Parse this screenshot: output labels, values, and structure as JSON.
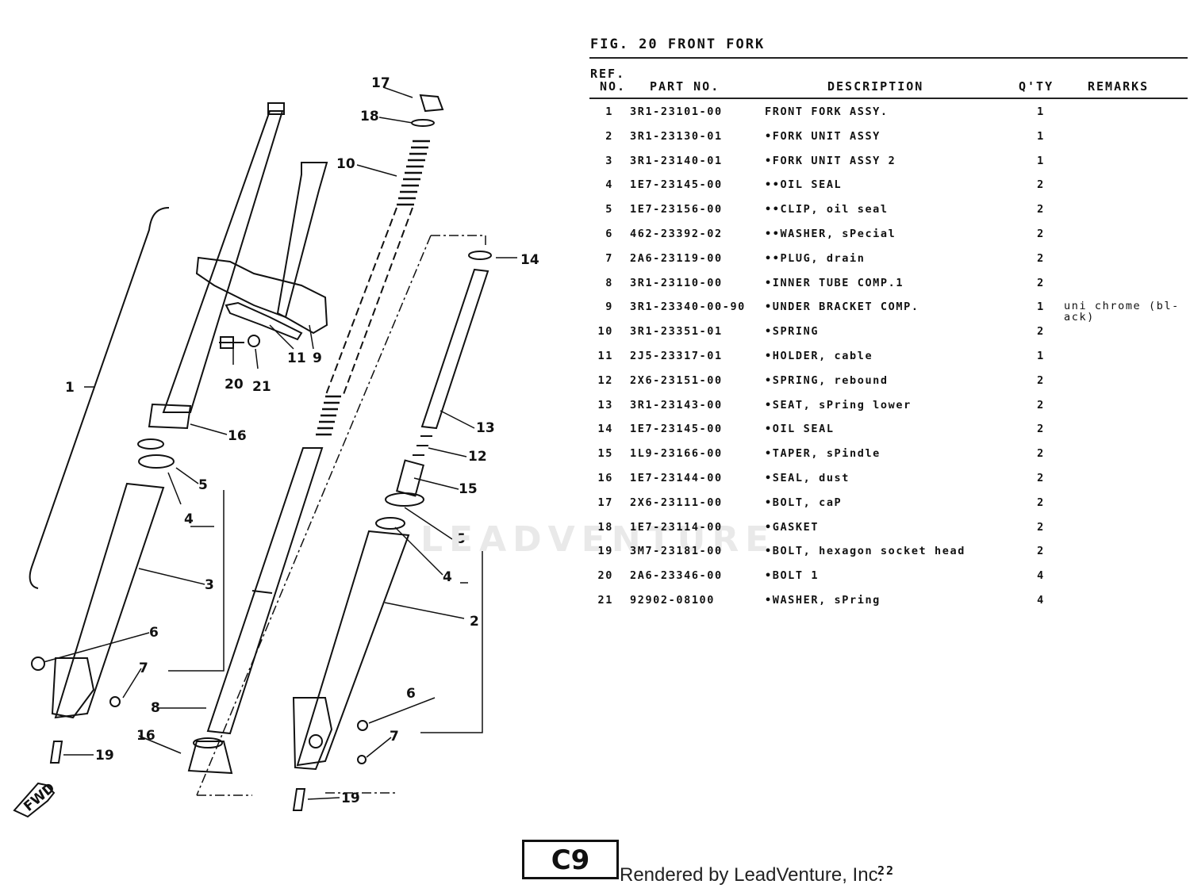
{
  "figure": {
    "title": "FIG. 20  FRONT FORK"
  },
  "table": {
    "headers": {
      "ref_line1": "REF.",
      "ref_line2": "NO.",
      "part_no": "PART NO.",
      "description": "DESCRIPTION",
      "qty": "Q'TY",
      "remarks": "REMARKS"
    },
    "rows": [
      {
        "ref": "1",
        "part": "3R1-23101-00",
        "desc": "FRONT FORK ASSY.",
        "qty": "1",
        "remarks": ""
      },
      {
        "ref": "2",
        "part": "3R1-23130-01",
        "desc": "•FORK UNIT ASSY",
        "qty": "1",
        "remarks": ""
      },
      {
        "ref": "3",
        "part": "3R1-23140-01",
        "desc": "•FORK UNIT ASSY 2",
        "qty": "1",
        "remarks": ""
      },
      {
        "ref": "4",
        "part": "1E7-23145-00",
        "desc": "••OIL SEAL",
        "qty": "2",
        "remarks": ""
      },
      {
        "ref": "5",
        "part": "1E7-23156-00",
        "desc": "••CLIP, oil seal",
        "qty": "2",
        "remarks": ""
      },
      {
        "ref": "6",
        "part": "462-23392-02",
        "desc": "••WASHER, sPecial",
        "qty": "2",
        "remarks": ""
      },
      {
        "ref": "7",
        "part": "2A6-23119-00",
        "desc": "••PLUG, drain",
        "qty": "2",
        "remarks": ""
      },
      {
        "ref": "8",
        "part": "3R1-23110-00",
        "desc": "•INNER TUBE COMP.1",
        "qty": "2",
        "remarks": ""
      },
      {
        "ref": "9",
        "part": "3R1-23340-00-90",
        "desc": "•UNDER BRACKET COMP.",
        "qty": "1",
        "remarks": "uni chrome (bl-ack)"
      },
      {
        "ref": "10",
        "part": "3R1-23351-01",
        "desc": "•SPRING",
        "qty": "2",
        "remarks": ""
      },
      {
        "ref": "11",
        "part": "2J5-23317-01",
        "desc": "•HOLDER, cable",
        "qty": "1",
        "remarks": ""
      },
      {
        "ref": "12",
        "part": "2X6-23151-00",
        "desc": "•SPRING, rebound",
        "qty": "2",
        "remarks": ""
      },
      {
        "ref": "13",
        "part": "3R1-23143-00",
        "desc": "•SEAT, sPring lower",
        "qty": "2",
        "remarks": ""
      },
      {
        "ref": "14",
        "part": "1E7-23145-00",
        "desc": "•OIL SEAL",
        "qty": "2",
        "remarks": ""
      },
      {
        "ref": "15",
        "part": "1L9-23166-00",
        "desc": "•TAPER, sPindle",
        "qty": "2",
        "remarks": ""
      },
      {
        "ref": "16",
        "part": "1E7-23144-00",
        "desc": "•SEAL, dust",
        "qty": "2",
        "remarks": ""
      },
      {
        "ref": "17",
        "part": "2X6-23111-00",
        "desc": "•BOLT, caP",
        "qty": "2",
        "remarks": ""
      },
      {
        "ref": "18",
        "part": "1E7-23114-00",
        "desc": "•GASKET",
        "qty": "2",
        "remarks": ""
      },
      {
        "ref": "19",
        "part": "3M7-23181-00",
        "desc": "•BOLT, hexagon socket head",
        "qty": "2",
        "remarks": ""
      },
      {
        "ref": "20",
        "part": "2A6-23346-00",
        "desc": "•BOLT 1",
        "qty": "4",
        "remarks": ""
      },
      {
        "ref": "21",
        "part": "92902-08100",
        "desc": "•WASHER, sPring",
        "qty": "4",
        "remarks": ""
      }
    ]
  },
  "diagram": {
    "callouts": [
      "1",
      "2",
      "3",
      "4",
      "5",
      "6",
      "7",
      "8",
      "9",
      "10",
      "11",
      "12",
      "13",
      "14",
      "15",
      "16",
      "17",
      "18",
      "19",
      "20",
      "21",
      "4",
      "5",
      "6",
      "7",
      "16",
      "19"
    ],
    "fwd_label": "FWD"
  },
  "watermark": "LEADVENTURE",
  "footer": {
    "page_code": "C9",
    "rendered_by": "Rendered by LeadVenture, Inc.",
    "page_number": "22"
  }
}
